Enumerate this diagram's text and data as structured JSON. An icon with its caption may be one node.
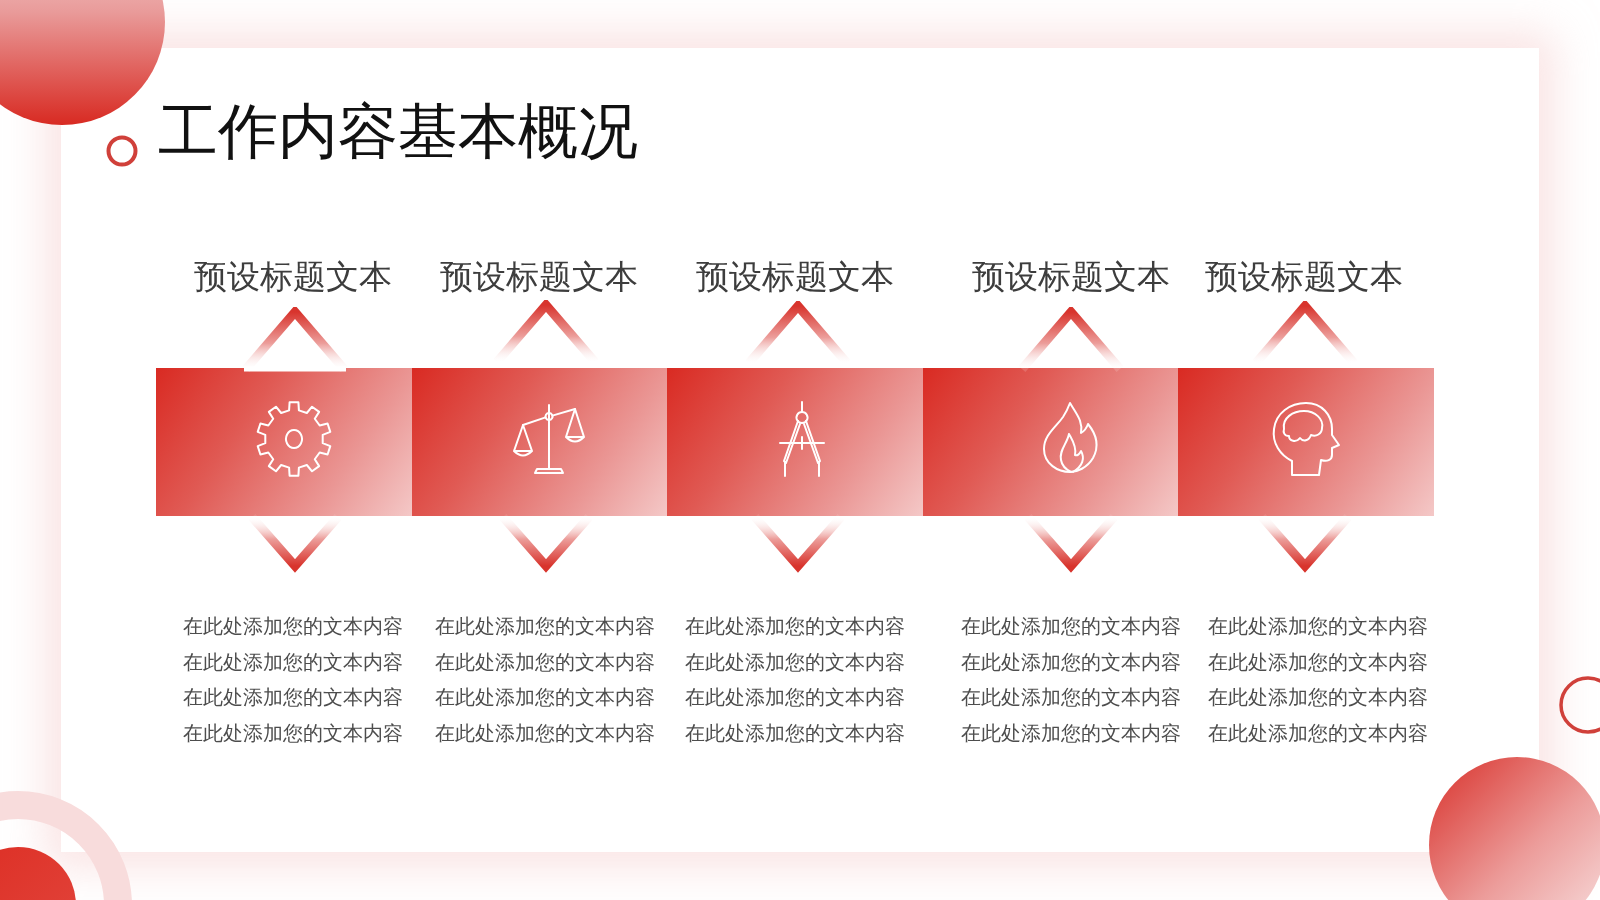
{
  "diagram": {
    "title": "工作内容基本概况",
    "nodes": [
      {
        "text": [
          "预设标题文本"
        ],
        "beside": [
          "在此处添加您的文本内容在此处添加您的文本内容在此处添加您的文本内容在此处添加您的文本内容"
        ]
      },
      {
        "text": [
          "预设标题文本"
        ],
        "beside": [
          "在此处添加您的文本内容在此处添加您的文本内容在此处添加您的文本内容在此处添加您的文本内容"
        ]
      },
      {
        "text": [
          "预设标题文本"
        ],
        "beside": [
          "在此处添加您的文本内容在此处添加您的文本内容在此处添加您的文本内容在此处添加您的文本内容"
        ]
      },
      {
        "text": [
          "预设标题文本"
        ],
        "beside": [
          "在此处添加您的文本内容在此处添加您的文本内容在此处添加您的文本内容在此处添加您的文本内容"
        ]
      },
      {
        "text": [
          "预设标题文本"
        ],
        "beside": [
          "在此处添加您的文本内容在此处添加您的文本内容在此处添加您的文本内容在此处添加您的文本内容"
        ]
      }
    ]
  }
}
